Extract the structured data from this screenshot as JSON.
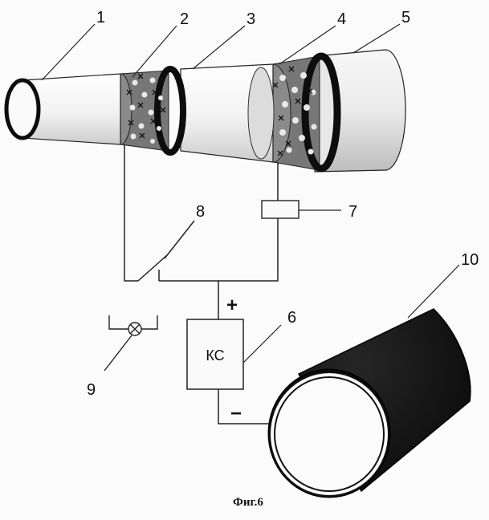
{
  "labels": {
    "l1": "1",
    "l2": "2",
    "l3": "3",
    "l4": "4",
    "l5": "5",
    "l6": "6",
    "l7": "7",
    "l8": "8",
    "l9": "9",
    "l10": "10"
  },
  "box_label": "КС",
  "plus_sign": "+",
  "minus_sign": "−",
  "caption": "Фиг.6",
  "colors": {
    "pipe_light": "#f4f4f4",
    "pipe_shade": "#cfcfcf",
    "coating_dark": "#111111",
    "composite": "#6e6e6e"
  },
  "icons": {
    "lamp": "lamp-icon",
    "switch": "switch-icon",
    "meter": "meter-icon"
  }
}
